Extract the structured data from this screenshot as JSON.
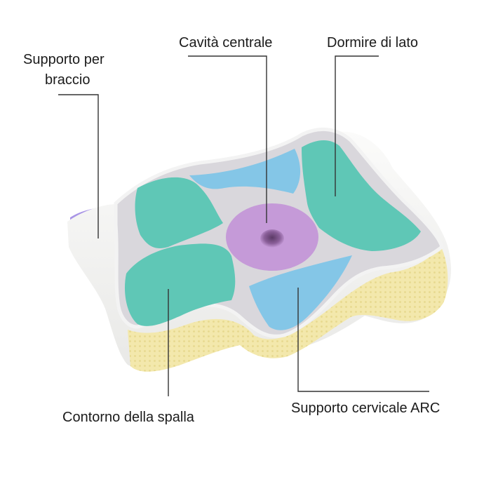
{
  "callouts": {
    "arm_support": {
      "line1": "Supporto per",
      "line2": "braccio"
    },
    "central_cavity": "Cavità centrale",
    "side_sleeping": "Dormire di lato",
    "shoulder_contour": "Contorno della spalla",
    "cervical_support": "Supporto cervicale ARC"
  },
  "colors": {
    "top_surface": "#d9d7dc",
    "white_foam": "#f7f7f6",
    "yellow_mesh": "#f2e7a8",
    "lavender": "#a995e6",
    "mint": "#5fc7b6",
    "sky_blue": "#84c6e7",
    "center_pink": "#c59ad8",
    "callout_line": "#333333"
  }
}
